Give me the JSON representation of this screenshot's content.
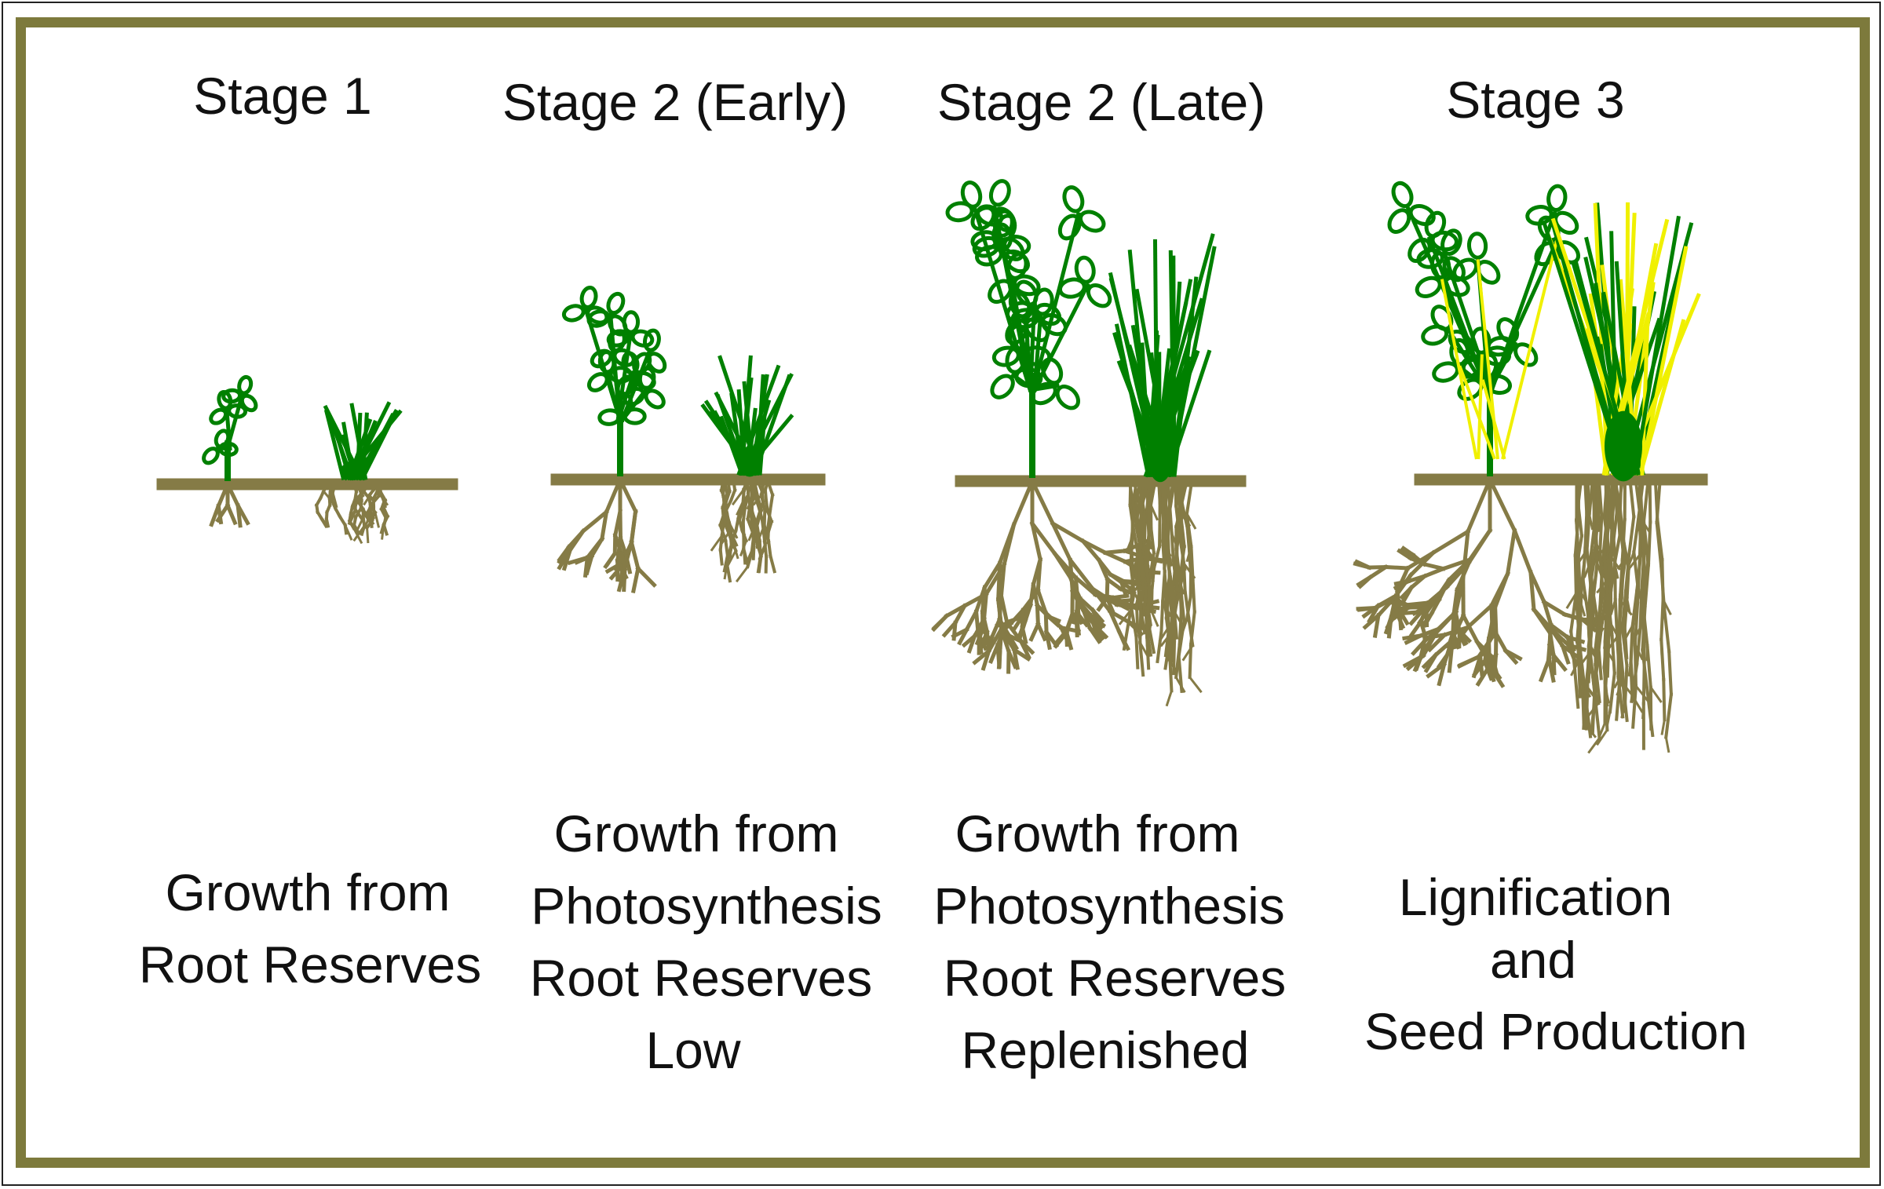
{
  "colors": {
    "foliage": "#008000",
    "mature_foliage": "#f0f000",
    "soil_root": "#857b46",
    "frame": "#7d7a3c"
  },
  "stages": [
    {
      "title": "Stage 1",
      "caption": [
        "Growth from",
        "Root Reserves"
      ]
    },
    {
      "title": "Stage 2 (Early)",
      "caption": [
        "Growth from",
        "Photosynthesis",
        "Root Reserves",
        "Low"
      ]
    },
    {
      "title": "Stage 2 (Late)",
      "caption": [
        "Growth from",
        "Photosynthesis",
        "Root Reserves",
        "Replenished"
      ]
    },
    {
      "title": "Stage 3",
      "caption": [
        "Lignification",
        "and",
        "Seed Production"
      ]
    }
  ]
}
